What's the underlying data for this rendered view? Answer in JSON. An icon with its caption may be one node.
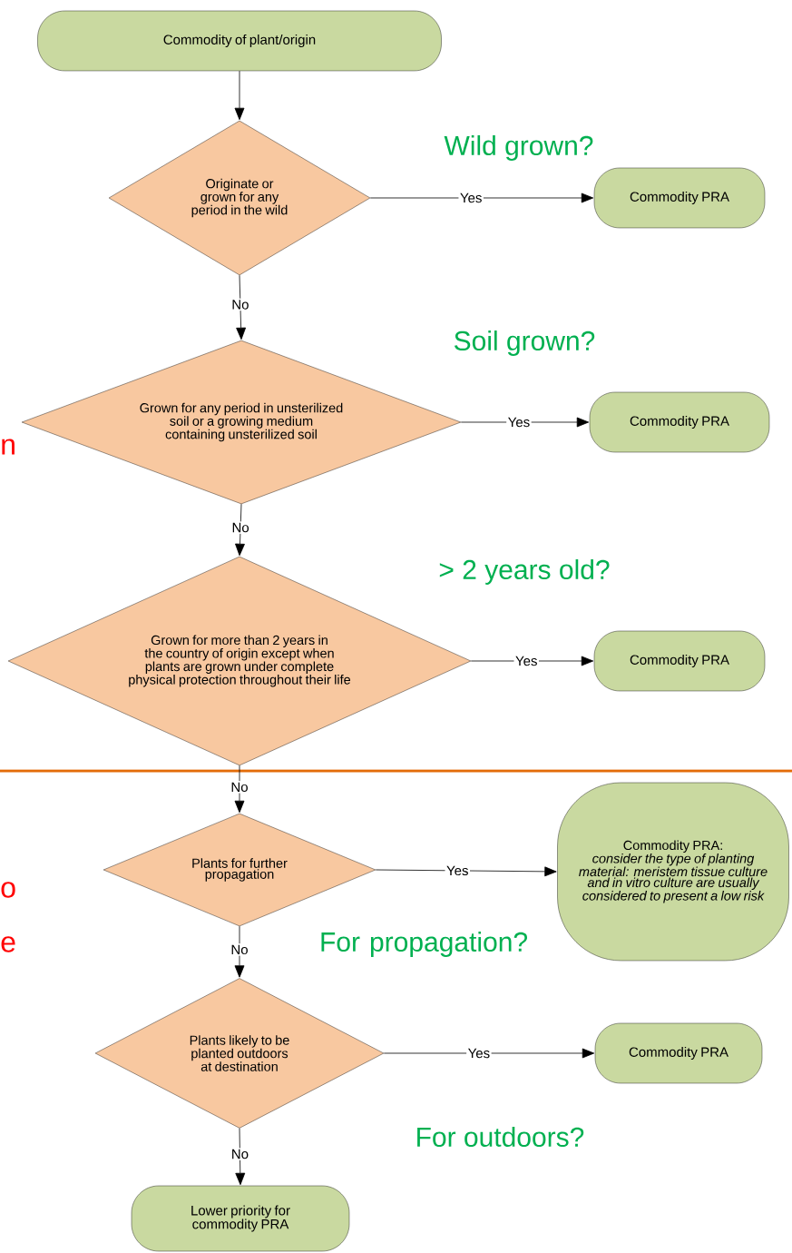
{
  "diagram": {
    "nodes": [
      {
        "text": [
          "Commodity of plant/origin"
        ]
      },
      {
        "text": [
          "Originate or grown for any period in the wild"
        ]
      },
      {
        "text": [
          "Commodity PRA"
        ]
      },
      {
        "text": [
          "Grown for any period in unsterilized soil or a growing medium containing unsterilized soil"
        ]
      },
      {
        "text": [
          "Commodity PRA"
        ]
      },
      {
        "text": [
          "Grown for more than 2 years in the country of origin except when plants are grown under complete physical protection throughout their life"
        ]
      },
      {
        "text": [
          "Commodity PRA"
        ]
      },
      {
        "text": [
          "Plants for further propagation"
        ]
      },
      {
        "text": [
          "Commodity PRA:",
          "consider the type of planting material: meristem tissue culture and in vitro culture are usually considered to present a low risk"
        ]
      },
      {
        "text": [
          "Plants likely to be planted outdoors at destination"
        ]
      },
      {
        "text": [
          "Commodity PRA"
        ]
      },
      {
        "text": [
          "Lower priority for commodity PRA"
        ]
      }
    ],
    "edges": [
      {
        "from": 0,
        "to": 1,
        "arrow": "to"
      },
      {
        "from": 1,
        "to": 2,
        "arrow": "to",
        "label": "Yes"
      },
      {
        "from": 1,
        "to": 3,
        "arrow": "to",
        "label": "No"
      },
      {
        "from": 3,
        "to": 4,
        "arrow": "to",
        "label": "Yes"
      },
      {
        "from": 3,
        "to": 5,
        "arrow": "to",
        "label": "No"
      },
      {
        "from": 5,
        "to": 6,
        "arrow": "to",
        "label": "Yes"
      },
      {
        "from": 5,
        "to": 7,
        "arrow": "to",
        "label": "No"
      },
      {
        "from": 7,
        "to": 8,
        "arrow": "to",
        "label": "Yes"
      },
      {
        "from": 7,
        "to": 9,
        "arrow": "to",
        "label": "No"
      },
      {
        "from": 9,
        "to": 10,
        "arrow": "to",
        "label": "Yes"
      },
      {
        "from": 9,
        "to": 11,
        "arrow": "to",
        "label": "No"
      }
    ],
    "labels": [
      "Wild grown?",
      "Soil grown?",
      "n",
      "> 2 years old?",
      "o",
      "For propagation?",
      "e",
      "For outdoors?"
    ]
  }
}
